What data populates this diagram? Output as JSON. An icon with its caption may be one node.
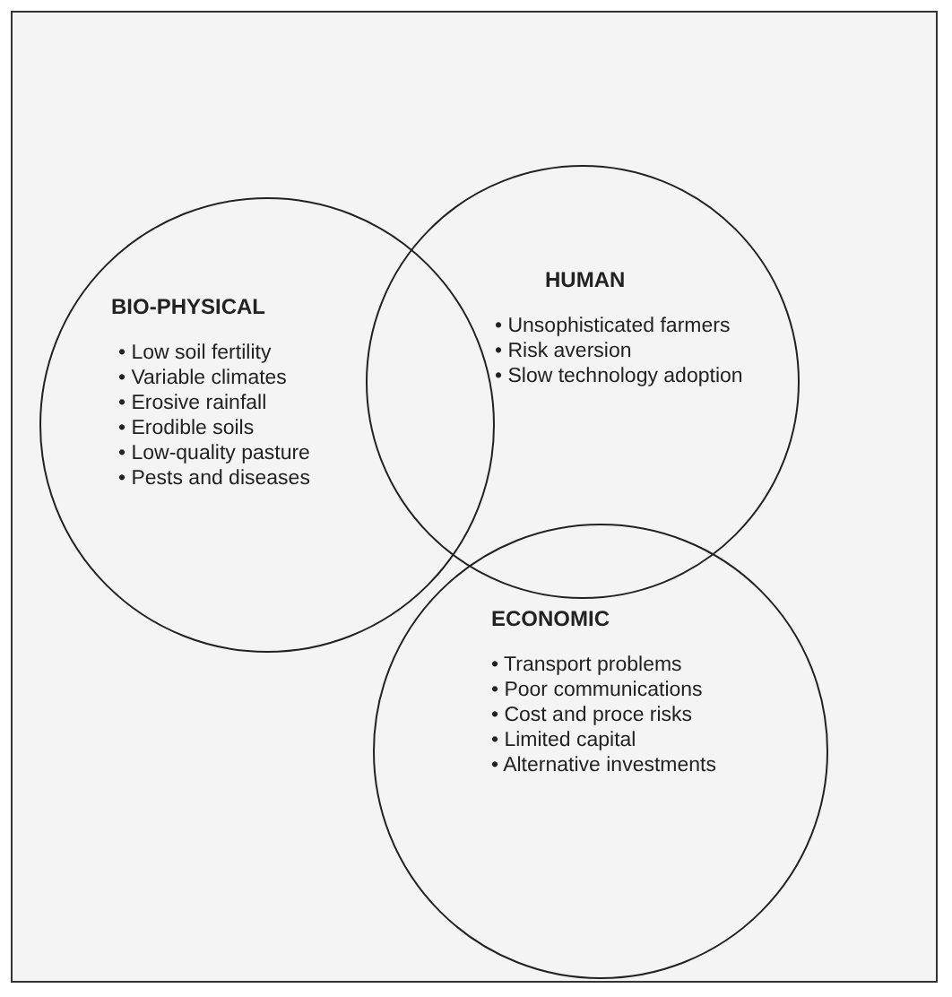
{
  "diagram": {
    "nodes": [
      {
        "text": [
          "BIO-PHYSICAL",
          "• Low soil fertility",
          "• Variable climates",
          "• Erosive rainfall",
          "• Erodible soils",
          "• Low-quality pasture",
          "• Pests and diseases"
        ]
      },
      {
        "text": [
          "HUMAN",
          "• Unsophisticated farmers",
          "• Risk aversion",
          "• Slow technology adoption"
        ]
      },
      {
        "text": [
          "ECONOMIC",
          "• Transport problems",
          "• Poor communications",
          "• Cost and proce risks",
          "• Limited capital",
          "• Alternative investments"
        ]
      }
    ],
    "edges": []
  }
}
